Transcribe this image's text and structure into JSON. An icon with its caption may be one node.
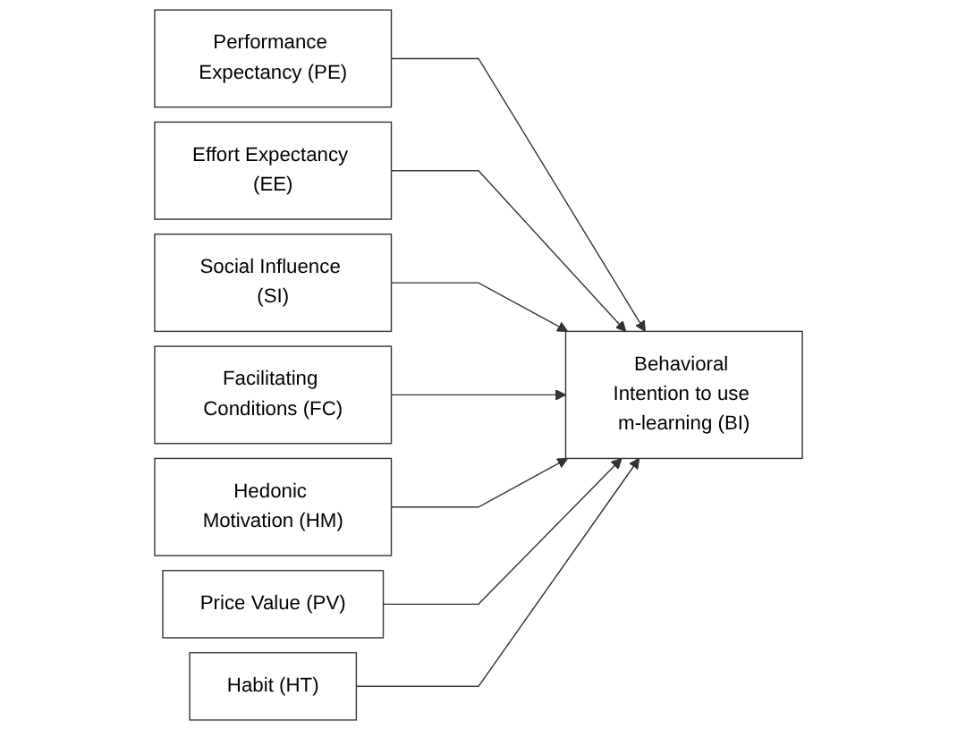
{
  "diagram": {
    "nodes": [
      {
        "text": [
          "Performance Expectancy (PE)"
        ]
      },
      {
        "text": [
          "Effort Expectancy (EE)"
        ]
      },
      {
        "text": [
          "Social Influence (SI)"
        ]
      },
      {
        "text": [
          "Facilitating Conditions (FC)"
        ]
      },
      {
        "text": [
          "Hedonic Motivation (HM)"
        ]
      },
      {
        "text": [
          "Price Value (PV)"
        ]
      },
      {
        "text": [
          "Habit (HT)"
        ]
      },
      {
        "text": [
          "Behavioral Intention to use m-learning (BI)"
        ]
      }
    ],
    "edges": [
      {
        "from": 0,
        "to": 7,
        "arrow": "to"
      },
      {
        "from": 1,
        "to": 7,
        "arrow": "to"
      },
      {
        "from": 2,
        "to": 7,
        "arrow": "to"
      },
      {
        "from": 3,
        "to": 7,
        "arrow": "to"
      },
      {
        "from": 4,
        "to": 7,
        "arrow": "to"
      },
      {
        "from": 5,
        "to": 7,
        "arrow": "to"
      },
      {
        "from": 6,
        "to": 7,
        "arrow": "to"
      }
    ]
  }
}
